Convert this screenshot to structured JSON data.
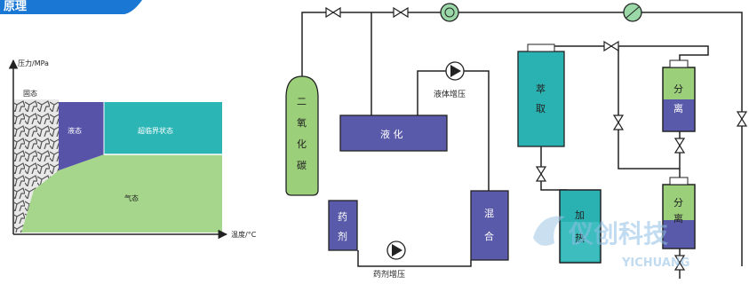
{
  "header": {
    "title_fragment": "原理"
  },
  "phase_diagram": {
    "y_axis_label": "压力/MPa",
    "x_axis_label": "温度/°C",
    "regions": {
      "solid": "固态",
      "liquid": "液态",
      "supercritical": "超临界状态",
      "gas": "气态"
    }
  },
  "process": {
    "co2_cylinder": [
      "二",
      "氧",
      "化",
      "碳"
    ],
    "liquefier": "液 化",
    "liquid_pump": "液体增压",
    "extraction": [
      "萃",
      "取"
    ],
    "separator_top": [
      "分",
      "离"
    ],
    "separator_bottom": [
      "分",
      "离"
    ],
    "mixing": [
      "混",
      "合"
    ],
    "heating": [
      "加",
      "热"
    ],
    "reagent": [
      "药",
      "剂"
    ],
    "reagent_pump": "药剂增压"
  },
  "watermark": {
    "cn": "仪创科技",
    "en": "YICHUANG"
  },
  "colors": {
    "header_blue": "#1a78d4",
    "vessel_teal": "#2ab2b2",
    "vessel_purple": "#5a5aaa",
    "vessel_green": "#9bcf7a",
    "supercritical": "#2cb5b5",
    "gas": "#a5d68b",
    "liquid": "#5753a8"
  }
}
